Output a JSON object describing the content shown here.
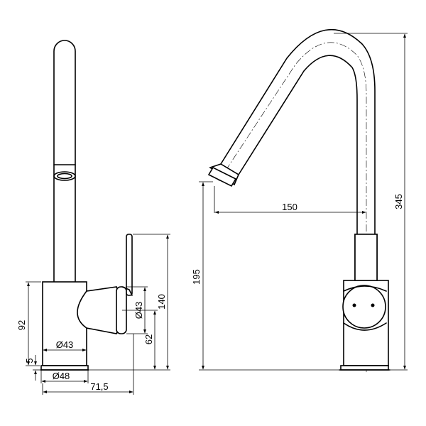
{
  "front_view": {
    "dimensions": {
      "height_body": "92",
      "base_height": "5",
      "body_diameter": "Ø43",
      "base_diameter": "Ø48",
      "handle_reach": "71,5",
      "handle_diameter": "Ø43",
      "handle_axis_height": "62",
      "lever_height": "140"
    }
  },
  "side_view": {
    "dimensions": {
      "spout_reach": "150",
      "spout_outlet_height": "195",
      "total_height": "345"
    }
  }
}
